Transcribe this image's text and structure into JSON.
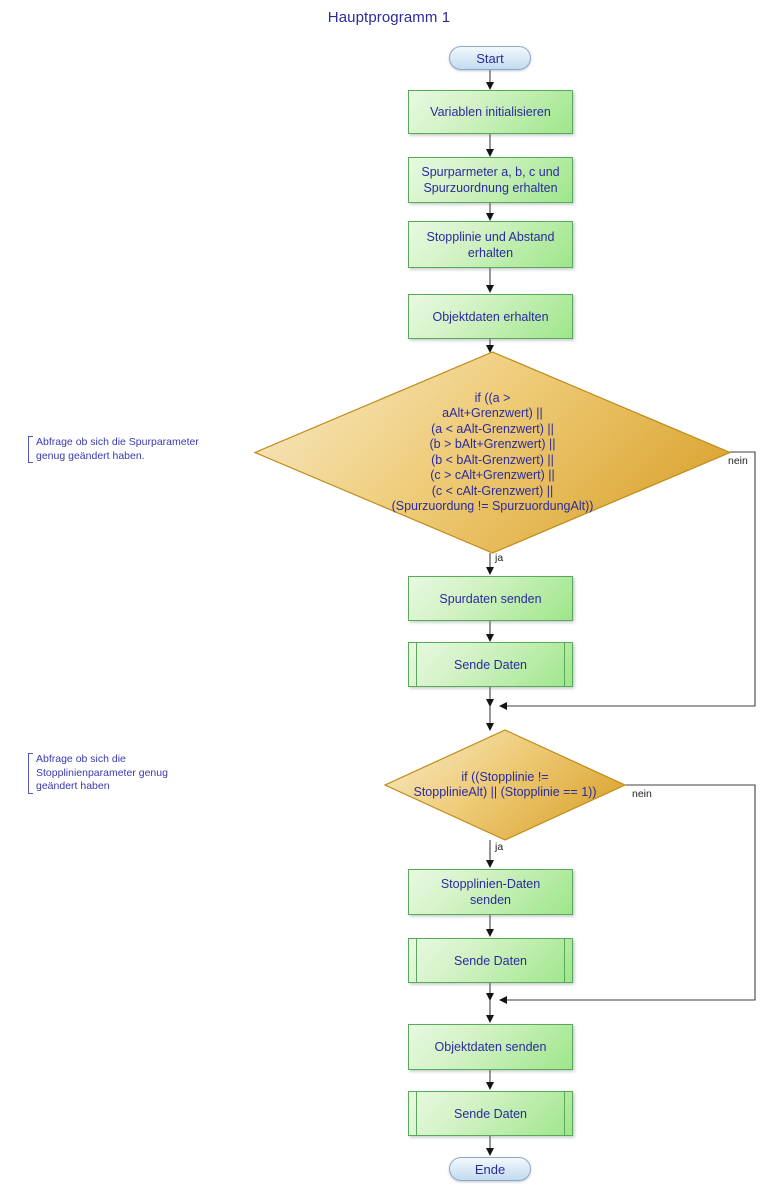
{
  "diagram": {
    "title": "Hauptprogramm 1",
    "colors": {
      "text": "#2b2b9e",
      "process_fill": "#9ee68a",
      "decision_fill": "#e2aa38",
      "terminator_fill": "#c2dcef",
      "connector": "#404040",
      "note_text": "#3a3ab0"
    },
    "nodes": {
      "start": {
        "label": "Start",
        "type": "terminator"
      },
      "init": {
        "label": "Variablen initialisieren",
        "type": "process"
      },
      "lane_params": {
        "label": "Spurparmeter a, b, c und\nSpurzuordnung erhalten",
        "type": "process"
      },
      "stopline_dist": {
        "label": "Stopplinie und Abstand\nerhalten",
        "type": "process"
      },
      "object_data": {
        "label": "Objektdaten erhalten",
        "type": "process"
      },
      "decision_lane": {
        "type": "decision",
        "label": "if ((a >\naAlt+Grenzwert) ||\n(a < aAlt-Grenzwert) ||\n(b > bAlt+Grenzwert) ||\n(b < bAlt-Grenzwert) ||\n(c > cAlt+Grenzwert) ||\n(c < cAlt-Grenzwert) ||\n(Spurzuordung != SpurzuordungAlt))"
      },
      "send_lane_data": {
        "label": "Spurdaten senden",
        "type": "process"
      },
      "send_data_1": {
        "label": "Sende Daten",
        "type": "subroutine"
      },
      "decision_stopline": {
        "type": "decision",
        "label": "if ((Stopplinie !=\nStopplinieAlt) || (Stopplinie == 1))"
      },
      "send_stopline_data": {
        "label": "Stopplinien-Daten\nsenden",
        "type": "process"
      },
      "send_data_2": {
        "label": "Sende Daten",
        "type": "subroutine"
      },
      "send_object_data": {
        "label": "Objektdaten senden",
        "type": "process"
      },
      "send_data_3": {
        "label": "Sende Daten",
        "type": "subroutine"
      },
      "end": {
        "label": "Ende",
        "type": "terminator"
      }
    },
    "edge_labels": {
      "lane_yes": "ja",
      "lane_no": "nein",
      "stopline_yes": "ja",
      "stopline_no": "nein"
    },
    "notes": {
      "lane_note": "Abfrage ob sich die Spurparameter\ngenug geändert haben.",
      "stopline_note": "Abfrage ob sich die\nStopplinienparameter genug\ngeändert haben"
    }
  }
}
